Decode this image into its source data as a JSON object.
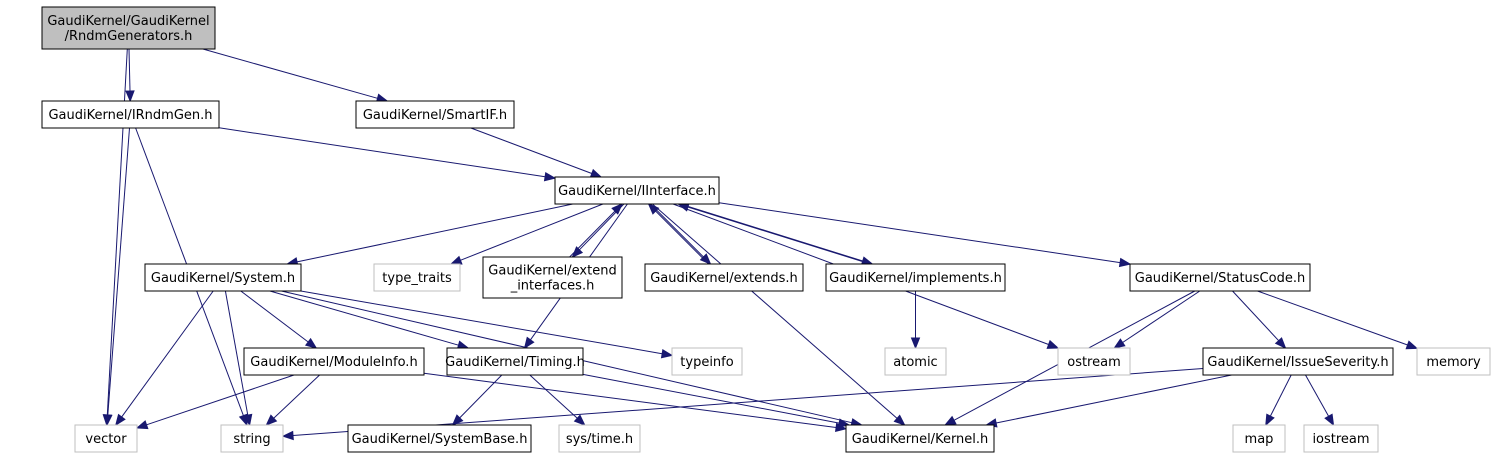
{
  "graph": {
    "nodes": [
      {
        "id": "root",
        "lines": [
          "GaudiKernel/GaudiKernel",
          "/RndmGenerators.h"
        ],
        "kind": "root"
      },
      {
        "id": "irndmgen",
        "lines": [
          "GaudiKernel/IRndmGen.h"
        ],
        "kind": "local"
      },
      {
        "id": "smartif",
        "lines": [
          "GaudiKernel/SmartIF.h"
        ],
        "kind": "local"
      },
      {
        "id": "iinterface",
        "lines": [
          "GaudiKernel/IInterface.h"
        ],
        "kind": "local"
      },
      {
        "id": "system",
        "lines": [
          "GaudiKernel/System.h"
        ],
        "kind": "local"
      },
      {
        "id": "type_traits",
        "lines": [
          "type_traits"
        ],
        "kind": "ext"
      },
      {
        "id": "extend_interfaces",
        "lines": [
          "GaudiKernel/extend",
          "_interfaces.h"
        ],
        "kind": "local"
      },
      {
        "id": "extends",
        "lines": [
          "GaudiKernel/extends.h"
        ],
        "kind": "local"
      },
      {
        "id": "implements",
        "lines": [
          "GaudiKernel/implements.h"
        ],
        "kind": "local"
      },
      {
        "id": "statuscode",
        "lines": [
          "GaudiKernel/StatusCode.h"
        ],
        "kind": "local"
      },
      {
        "id": "moduleinfo",
        "lines": [
          "GaudiKernel/ModuleInfo.h"
        ],
        "kind": "local"
      },
      {
        "id": "timing",
        "lines": [
          "GaudiKernel/Timing.h"
        ],
        "kind": "local"
      },
      {
        "id": "typeinfo",
        "lines": [
          "typeinfo"
        ],
        "kind": "ext"
      },
      {
        "id": "atomic",
        "lines": [
          "atomic"
        ],
        "kind": "ext"
      },
      {
        "id": "ostream",
        "lines": [
          "ostream"
        ],
        "kind": "ext"
      },
      {
        "id": "issueseverity",
        "lines": [
          "GaudiKernel/IssueSeverity.h"
        ],
        "kind": "local"
      },
      {
        "id": "memory",
        "lines": [
          "memory"
        ],
        "kind": "ext"
      },
      {
        "id": "vector",
        "lines": [
          "vector"
        ],
        "kind": "ext"
      },
      {
        "id": "string",
        "lines": [
          "string"
        ],
        "kind": "ext"
      },
      {
        "id": "systembase",
        "lines": [
          "GaudiKernel/SystemBase.h"
        ],
        "kind": "local"
      },
      {
        "id": "systime",
        "lines": [
          "sys/time.h"
        ],
        "kind": "ext"
      },
      {
        "id": "kernel",
        "lines": [
          "GaudiKernel/Kernel.h"
        ],
        "kind": "local"
      },
      {
        "id": "map",
        "lines": [
          "map"
        ],
        "kind": "ext"
      },
      {
        "id": "iostream",
        "lines": [
          "iostream"
        ],
        "kind": "ext"
      }
    ],
    "edges": [
      [
        "root",
        "irndmgen"
      ],
      [
        "root",
        "smartif"
      ],
      [
        "root",
        "vector"
      ],
      [
        "irndmgen",
        "iinterface"
      ],
      [
        "irndmgen",
        "vector"
      ],
      [
        "irndmgen",
        "string"
      ],
      [
        "smartif",
        "iinterface"
      ],
      [
        "iinterface",
        "system"
      ],
      [
        "iinterface",
        "type_traits"
      ],
      [
        "iinterface",
        "extend_interfaces"
      ],
      [
        "iinterface",
        "extends"
      ],
      [
        "iinterface",
        "implements"
      ],
      [
        "iinterface",
        "statuscode"
      ],
      [
        "iinterface",
        "timing"
      ],
      [
        "iinterface",
        "ostream"
      ],
      [
        "iinterface",
        "kernel"
      ],
      [
        "extend_interfaces",
        "iinterface"
      ],
      [
        "extends",
        "iinterface"
      ],
      [
        "implements",
        "iinterface"
      ],
      [
        "implements",
        "atomic"
      ],
      [
        "system",
        "moduleinfo"
      ],
      [
        "system",
        "timing"
      ],
      [
        "system",
        "typeinfo"
      ],
      [
        "system",
        "vector"
      ],
      [
        "system",
        "string"
      ],
      [
        "system",
        "kernel"
      ],
      [
        "moduleinfo",
        "vector"
      ],
      [
        "moduleinfo",
        "string"
      ],
      [
        "moduleinfo",
        "kernel"
      ],
      [
        "timing",
        "systembase"
      ],
      [
        "timing",
        "systime"
      ],
      [
        "timing",
        "kernel"
      ],
      [
        "statuscode",
        "ostream"
      ],
      [
        "statuscode",
        "issueseverity"
      ],
      [
        "statuscode",
        "memory"
      ],
      [
        "statuscode",
        "kernel"
      ],
      [
        "issueseverity",
        "map"
      ],
      [
        "issueseverity",
        "iostream"
      ],
      [
        "issueseverity",
        "string"
      ],
      [
        "issueseverity",
        "kernel"
      ]
    ]
  }
}
